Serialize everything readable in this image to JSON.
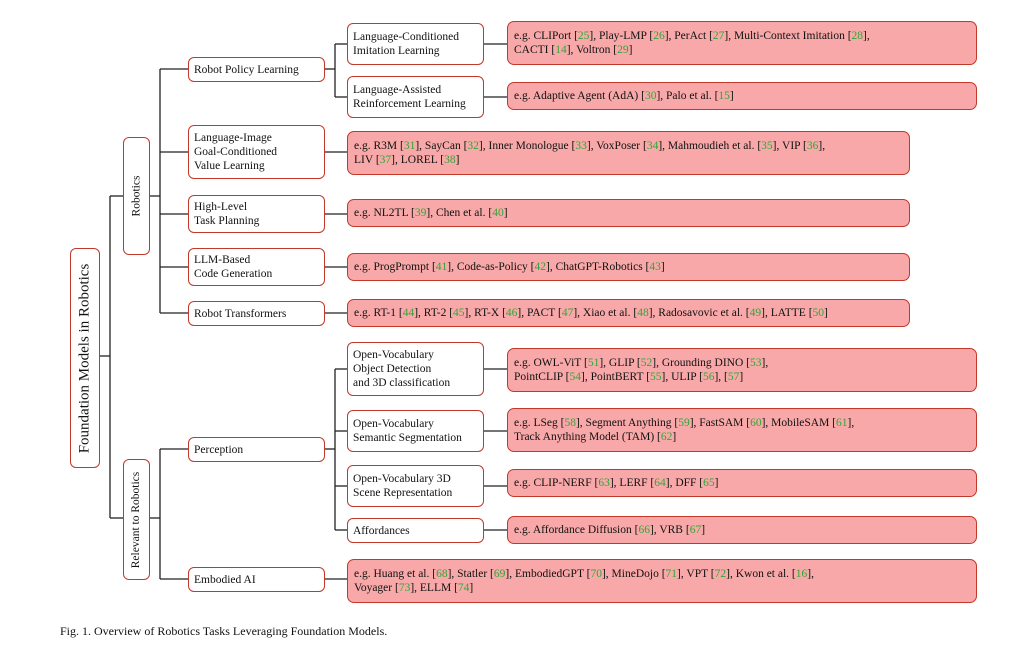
{
  "root": "Foundation Models in Robotics",
  "groups": [
    "Robotics",
    "Relevant to Robotics"
  ],
  "mid": [
    "Robot Policy Learning",
    "Language-Image\nGoal-Conditioned\nValue Learning",
    "High-Level\nTask Planning",
    "LLM-Based\nCode Generation",
    "Robot Transformers",
    "Perception",
    "Embodied AI"
  ],
  "sub": [
    "Language-Conditioned\nImitation Learning",
    "Language-Assisted\nReinforcement Learning",
    "Open-Vocabulary\nObject Detection\nand 3D classification",
    "Open-Vocabulary\nSemantic Segmentation",
    "Open-Vocabulary 3D\nScene Representation",
    "Affordances"
  ],
  "leaves": [
    [
      {
        "t": "e.g. CLIPort "
      },
      {
        "t": "[",
        "r": false
      },
      {
        "t": "25",
        "r": true
      },
      {
        "t": "], Play-LMP ["
      },
      {
        "t": "26",
        "r": true
      },
      {
        "t": "], PerAct ["
      },
      {
        "t": "27",
        "r": true
      },
      {
        "t": "], Multi-Context Imitation ["
      },
      {
        "t": "28",
        "r": true
      },
      {
        "t": "],\nCACTI ["
      },
      {
        "t": "14",
        "r": true
      },
      {
        "t": "], Voltron ["
      },
      {
        "t": "29",
        "r": true
      },
      {
        "t": "]"
      }
    ],
    [
      {
        "t": "e.g. Adaptive Agent (AdA) ["
      },
      {
        "t": "30",
        "r": true
      },
      {
        "t": "], Palo et al. ["
      },
      {
        "t": "15",
        "r": true
      },
      {
        "t": "]"
      }
    ],
    [
      {
        "t": "e.g. R3M ["
      },
      {
        "t": "31",
        "r": true
      },
      {
        "t": "], SayCan ["
      },
      {
        "t": "32",
        "r": true
      },
      {
        "t": "], Inner Monologue ["
      },
      {
        "t": "33",
        "r": true
      },
      {
        "t": "], VoxPoser ["
      },
      {
        "t": "34",
        "r": true
      },
      {
        "t": "], Mahmoudieh et al. ["
      },
      {
        "t": "35",
        "r": true
      },
      {
        "t": "], VIP ["
      },
      {
        "t": "36",
        "r": true
      },
      {
        "t": "],\nLIV ["
      },
      {
        "t": "37",
        "r": true
      },
      {
        "t": "], LOREL ["
      },
      {
        "t": "38",
        "r": true
      },
      {
        "t": "]"
      }
    ],
    [
      {
        "t": "e.g. NL2TL ["
      },
      {
        "t": "39",
        "r": true
      },
      {
        "t": "], Chen et al. ["
      },
      {
        "t": "40",
        "r": true
      },
      {
        "t": "]"
      }
    ],
    [
      {
        "t": "e.g. ProgPrompt ["
      },
      {
        "t": "41",
        "r": true
      },
      {
        "t": "], Code-as-Policy ["
      },
      {
        "t": "42",
        "r": true
      },
      {
        "t": "], ChatGPT-Robotics ["
      },
      {
        "t": "43",
        "r": true
      },
      {
        "t": "]"
      }
    ],
    [
      {
        "t": "e.g. RT-1 ["
      },
      {
        "t": "44",
        "r": true
      },
      {
        "t": "], RT-2 ["
      },
      {
        "t": "45",
        "r": true
      },
      {
        "t": "], RT-X ["
      },
      {
        "t": "46",
        "r": true
      },
      {
        "t": "], PACT ["
      },
      {
        "t": "47",
        "r": true
      },
      {
        "t": "], Xiao et al. ["
      },
      {
        "t": "48",
        "r": true
      },
      {
        "t": "], Radosavovic et al. ["
      },
      {
        "t": "49",
        "r": true
      },
      {
        "t": "], LATTE ["
      },
      {
        "t": "50",
        "r": true
      },
      {
        "t": "]"
      }
    ],
    [
      {
        "t": "e.g. OWL-ViT ["
      },
      {
        "t": "51",
        "r": true
      },
      {
        "t": "], GLIP ["
      },
      {
        "t": "52",
        "r": true
      },
      {
        "t": "], Grounding DINO ["
      },
      {
        "t": "53",
        "r": true
      },
      {
        "t": "],\nPointCLIP ["
      },
      {
        "t": "54",
        "r": true
      },
      {
        "t": "], PointBERT ["
      },
      {
        "t": "55",
        "r": true
      },
      {
        "t": "], ULIP ["
      },
      {
        "t": "56",
        "r": true
      },
      {
        "t": "], ["
      },
      {
        "t": "57",
        "r": true
      },
      {
        "t": "]"
      }
    ],
    [
      {
        "t": "e.g. LSeg ["
      },
      {
        "t": "58",
        "r": true
      },
      {
        "t": "], Segment Anything ["
      },
      {
        "t": "59",
        "r": true
      },
      {
        "t": "], FastSAM ["
      },
      {
        "t": "60",
        "r": true
      },
      {
        "t": "], MobileSAM ["
      },
      {
        "t": "61",
        "r": true
      },
      {
        "t": "],\nTrack Anything Model (TAM) ["
      },
      {
        "t": "62",
        "r": true
      },
      {
        "t": "]"
      }
    ],
    [
      {
        "t": "e.g. CLIP-NERF ["
      },
      {
        "t": "63",
        "r": true
      },
      {
        "t": "], LERF ["
      },
      {
        "t": "64",
        "r": true
      },
      {
        "t": "], DFF ["
      },
      {
        "t": "65",
        "r": true
      },
      {
        "t": "]"
      }
    ],
    [
      {
        "t": "e.g. Affordance Diffusion ["
      },
      {
        "t": "66",
        "r": true
      },
      {
        "t": "], VRB ["
      },
      {
        "t": "67",
        "r": true
      },
      {
        "t": "]"
      }
    ],
    [
      {
        "t": "e.g. Huang et al. ["
      },
      {
        "t": "68",
        "r": true
      },
      {
        "t": "], Statler ["
      },
      {
        "t": "69",
        "r": true
      },
      {
        "t": "], EmbodiedGPT ["
      },
      {
        "t": "70",
        "r": true
      },
      {
        "t": "], MineDojo ["
      },
      {
        "t": "71",
        "r": true
      },
      {
        "t": "], VPT ["
      },
      {
        "t": "72",
        "r": true
      },
      {
        "t": "], Kwon et al. ["
      },
      {
        "t": "16",
        "r": true
      },
      {
        "t": "],\nVoyager ["
      },
      {
        "t": "73",
        "r": true
      },
      {
        "t": "], ELLM ["
      },
      {
        "t": "74",
        "r": true
      },
      {
        "t": "]"
      }
    ]
  ],
  "caption": "Fig. 1.  Overview of Robotics Tasks Leveraging Foundation Models.",
  "colors": {
    "border": "#c0392b",
    "leaf_fill": "#f8a8a8",
    "ref": "#2ea836",
    "line": "#222222"
  }
}
